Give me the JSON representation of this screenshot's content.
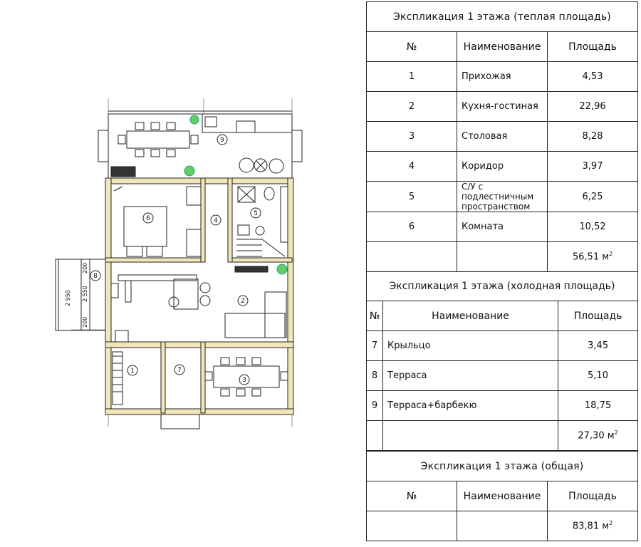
{
  "tables": [
    {
      "title": "Экспликация 1 этажа (теплая площадь)",
      "columns": [
        "№",
        "Наименование",
        "Площадь"
      ],
      "rows": [
        {
          "num": "1",
          "name": "Прихожая",
          "area": "4,53"
        },
        {
          "num": "2",
          "name": "Кухня-гостиная",
          "area": "22,96"
        },
        {
          "num": "3",
          "name": "Столовая",
          "area": "8,28"
        },
        {
          "num": "4",
          "name": "Коридор",
          "area": "3,97"
        },
        {
          "num": "5",
          "name": "С/У с подлестничным пространством",
          "area": "6,25"
        },
        {
          "num": "6",
          "name": "Комната",
          "area": "10,52"
        }
      ],
      "total": "56,51 м",
      "total_sup": "2"
    },
    {
      "title": "Экспликация 1 этажа (холодная площадь)",
      "columns": [
        "№",
        "Наименование",
        "Площадь"
      ],
      "rows": [
        {
          "num": "7",
          "name": "Крыльцо",
          "area": "3,45"
        },
        {
          "num": "8",
          "name": "Терраса",
          "area": "5,10"
        },
        {
          "num": "9",
          "name": "Терраса+барбекю",
          "area": "18,75"
        }
      ],
      "total": "27,30 м",
      "total_sup": "2"
    },
    {
      "title": "Экспликация 1 этажа (общая)",
      "columns": [
        "№",
        "Наименование",
        "Площадь"
      ],
      "rows": [],
      "total": "83,81 м",
      "total_sup": "2"
    }
  ],
  "plan": {
    "room_labels": [
      "1",
      "2",
      "3",
      "4",
      "5",
      "6",
      "7",
      "8",
      "9"
    ],
    "dimensions": [
      "2 950",
      "2 550",
      "200",
      "200"
    ]
  }
}
